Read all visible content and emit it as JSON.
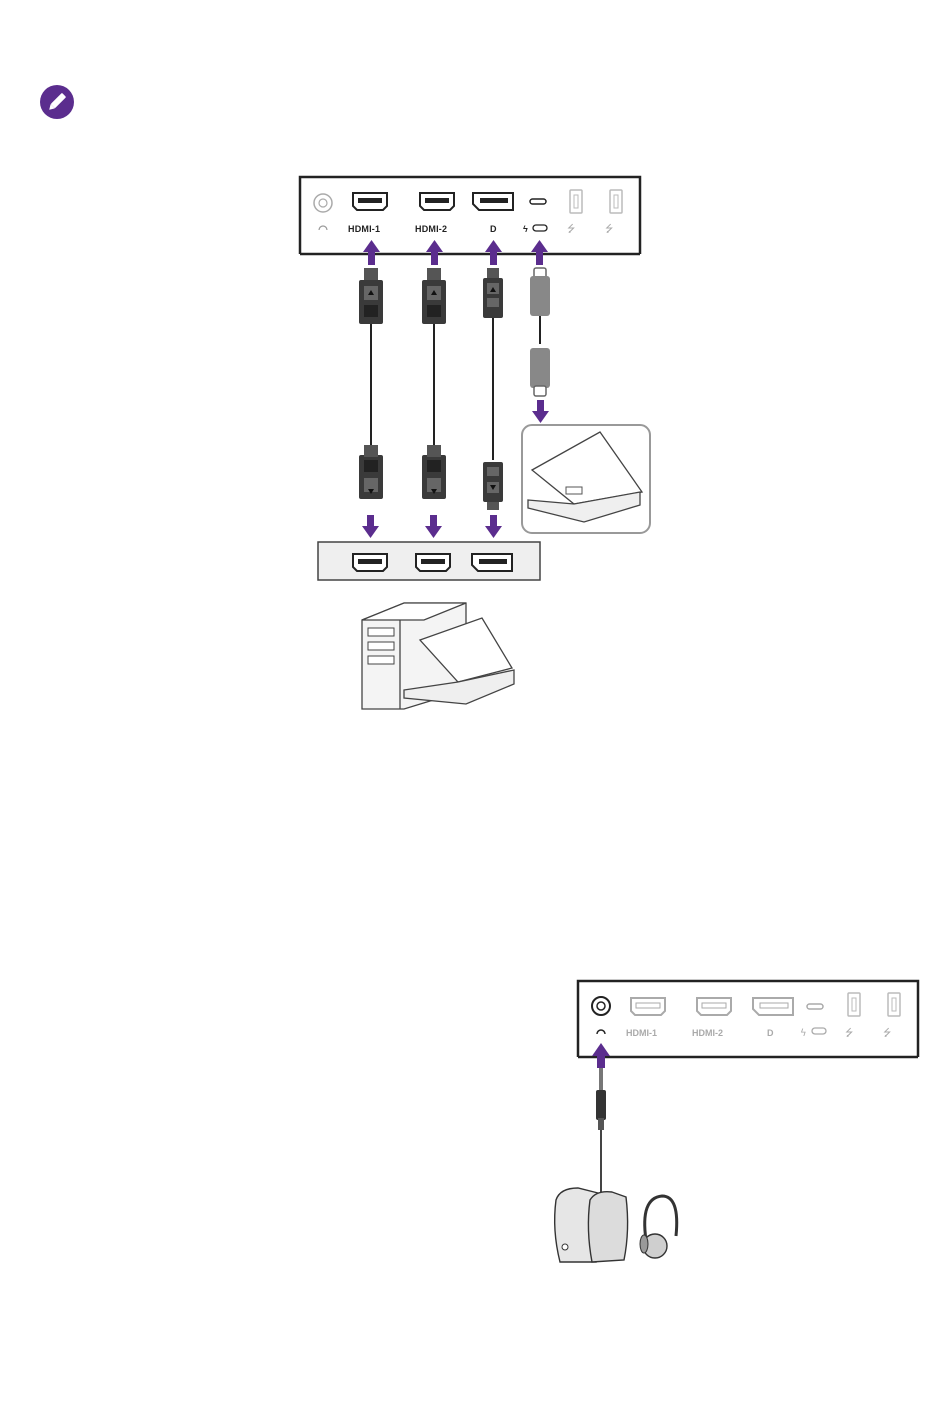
{
  "note": {
    "icon": "pencil-icon",
    "color": "#5b2d8e"
  },
  "figure_top": {
    "port_labels": {
      "hdmi1": "HDMI-1",
      "hdmi2": "HDMI-2",
      "dp": "D",
      "thunderbolt": "ϟ",
      "usb": "⭍"
    }
  },
  "figure_bottom": {
    "port_labels": {
      "hdmi1": "HDMI-1",
      "hdmi2": "HDMI-2",
      "dp": "D"
    }
  },
  "colors": {
    "arrow": "#5b2d8e",
    "line": "#222222",
    "panel": "#efefef",
    "dim": "#b5b5b5"
  }
}
